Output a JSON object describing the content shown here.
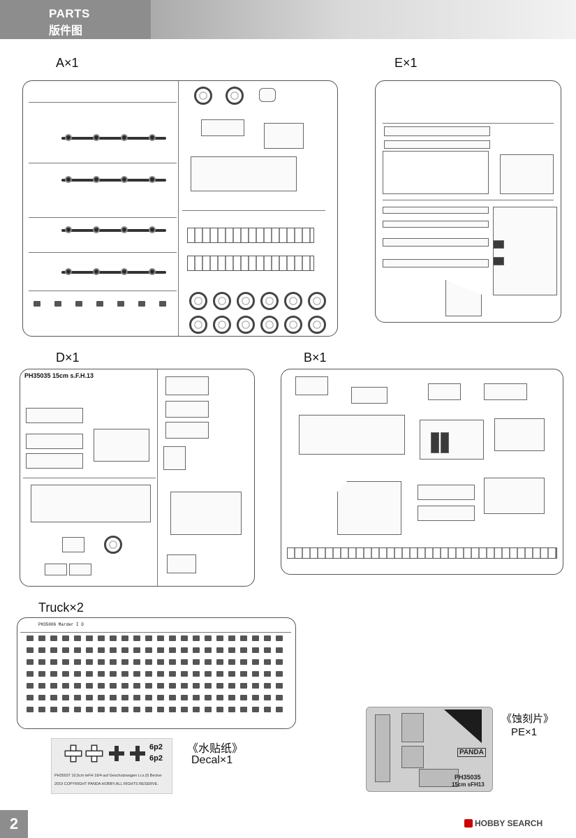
{
  "header": {
    "title_en": "PARTS",
    "title_cn": "版件图"
  },
  "sprues": {
    "a": "A×1",
    "e": "E×1",
    "d": "D×1",
    "b": "B×1",
    "truck": "Truck×2"
  },
  "sprue_d_title": "PH35035 15cm s.F.H.13",
  "truck_title": "PH35006  Marder I D",
  "decal": {
    "label_cn": "《水贴纸》",
    "label": "Decal×1",
    "code1": "6p2",
    "code2": "6p2",
    "line1": "PH35037 10,5cm leFH 18/4 auf Geschutzwagen Lr.s.(f) Becker",
    "line2": "2019 COPYRIGHT PANDA HOBBY,ALL RIGHTS RESERVE."
  },
  "pe": {
    "label_cn": "《蚀刻片》",
    "label": "PE×1",
    "brand": "PANDA",
    "code": "PH35035",
    "sub": "15cm  sFH13"
  },
  "page_number": "2",
  "watermark": "HOBBY SEARCH"
}
